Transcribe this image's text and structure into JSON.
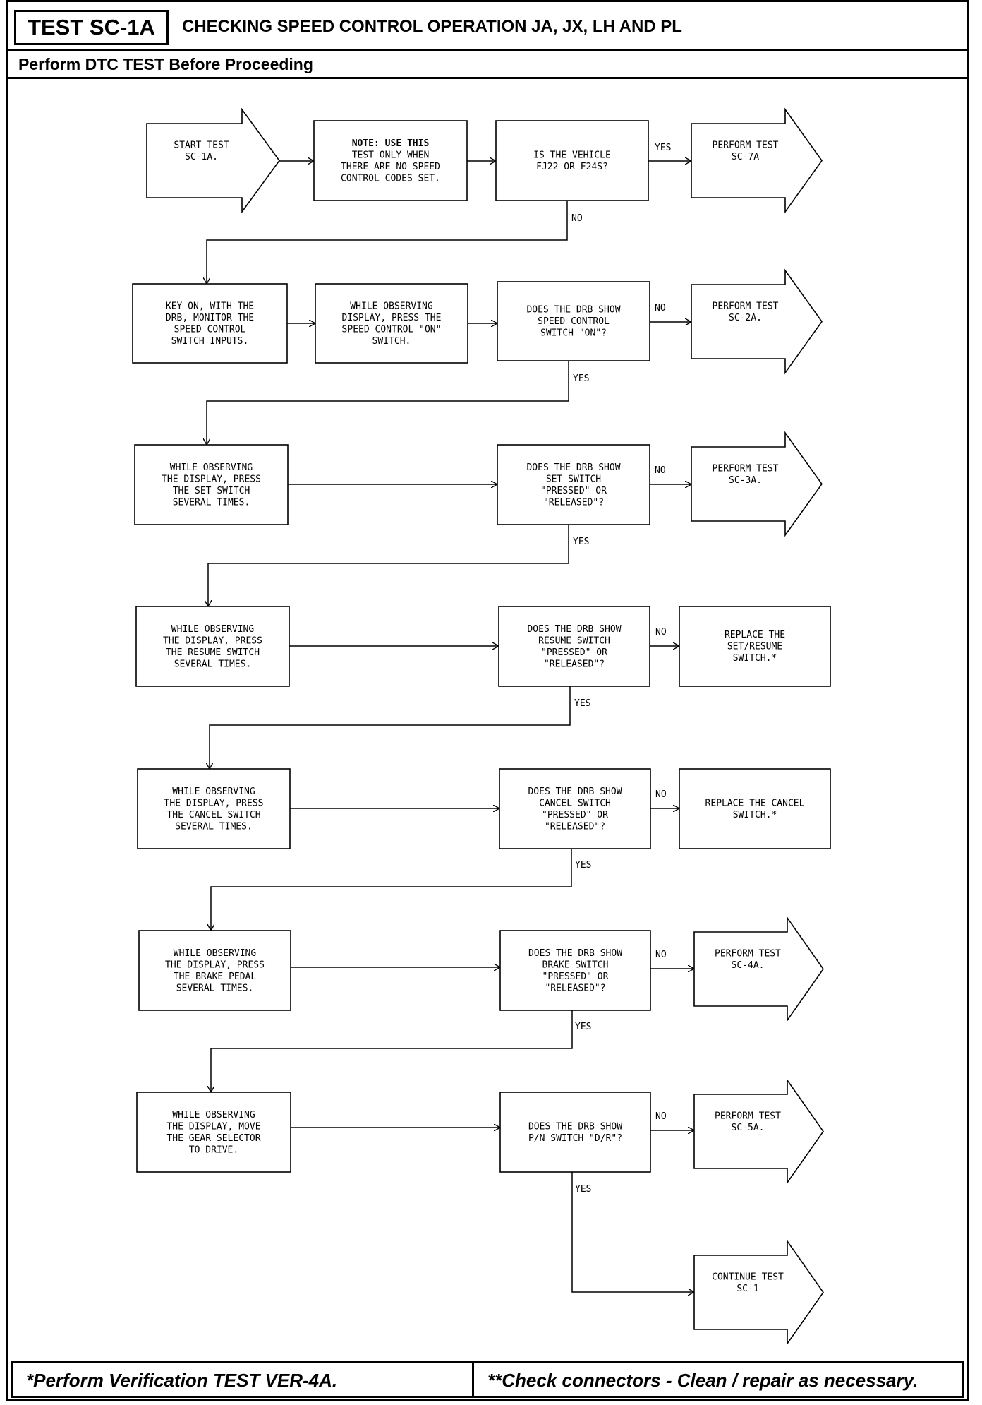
{
  "header": {
    "test_id": "TEST SC-1A",
    "title": "CHECKING SPEED CONTROL OPERATION JA, JX, LH AND PL",
    "subtitle": "Perform DTC TEST Before Proceeding"
  },
  "footer": {
    "left": "*Perform Verification TEST VER-4A.",
    "right": "**Check connectors - Clean / repair as necessary."
  },
  "diagram": {
    "nodes": {
      "start": [
        "START TEST",
        "SC-1A."
      ],
      "note": [
        "NOTE: USE THIS",
        "TEST ONLY WHEN",
        "THERE ARE NO SPEED",
        "CONTROL CODES SET."
      ],
      "q_vehicle": [
        "IS THE VEHICLE",
        "FJ22 OR F24S?"
      ],
      "sc7a": [
        "PERFORM TEST",
        "SC-7A"
      ],
      "key_on": [
        "KEY ON, WITH THE",
        "DRB, MONITOR THE",
        "SPEED CONTROL",
        "SWITCH INPUTS."
      ],
      "press_on": [
        "WHILE OBSERVING",
        "DISPLAY, PRESS THE",
        "SPEED CONTROL \"ON\"",
        "SWITCH."
      ],
      "q_on": [
        "DOES THE DRB SHOW",
        "SPEED CONTROL",
        "SWITCH \"ON\"?"
      ],
      "sc2a": [
        "PERFORM TEST",
        "SC-2A."
      ],
      "press_set": [
        "WHILE OBSERVING",
        "THE DISPLAY, PRESS",
        "THE SET SWITCH",
        "SEVERAL TIMES."
      ],
      "q_set": [
        "DOES THE DRB SHOW",
        "SET SWITCH",
        "\"PRESSED\" OR",
        "\"RELEASED\"?"
      ],
      "sc3a": [
        "PERFORM TEST",
        "SC-3A."
      ],
      "press_resume": [
        "WHILE OBSERVING",
        "THE DISPLAY, PRESS",
        "THE RESUME SWITCH",
        "SEVERAL TIMES."
      ],
      "q_resume": [
        "DOES THE DRB SHOW",
        "RESUME SWITCH",
        "\"PRESSED\" OR",
        "\"RELEASED\"?"
      ],
      "replace_setresume": [
        "REPLACE THE",
        "SET/RESUME",
        "SWITCH.*"
      ],
      "press_cancel": [
        "WHILE OBSERVING",
        "THE DISPLAY, PRESS",
        "THE CANCEL SWITCH",
        "SEVERAL TIMES."
      ],
      "q_cancel": [
        "DOES THE DRB SHOW",
        "CANCEL SWITCH",
        "\"PRESSED\" OR",
        "\"RELEASED\"?"
      ],
      "replace_cancel": [
        "REPLACE THE CANCEL",
        "SWITCH.*"
      ],
      "press_brake": [
        "WHILE OBSERVING",
        "THE DISPLAY, PRESS",
        "THE BRAKE PEDAL",
        "SEVERAL TIMES."
      ],
      "q_brake": [
        "DOES THE DRB SHOW",
        "BRAKE SWITCH",
        "\"PRESSED\" OR",
        "\"RELEASED\"?"
      ],
      "sc4a": [
        "PERFORM TEST",
        "SC-4A."
      ],
      "move_gear": [
        "WHILE OBSERVING",
        "THE DISPLAY, MOVE",
        "THE GEAR SELECTOR",
        "TO DRIVE."
      ],
      "q_pn": [
        "DOES THE DRB SHOW",
        "P/N SWITCH \"D/R\"?"
      ],
      "sc5a": [
        "PERFORM TEST",
        "SC-5A."
      ],
      "continue": [
        "CONTINUE TEST",
        "SC-1"
      ]
    },
    "labels": {
      "yes": "YES",
      "no": "NO"
    }
  }
}
